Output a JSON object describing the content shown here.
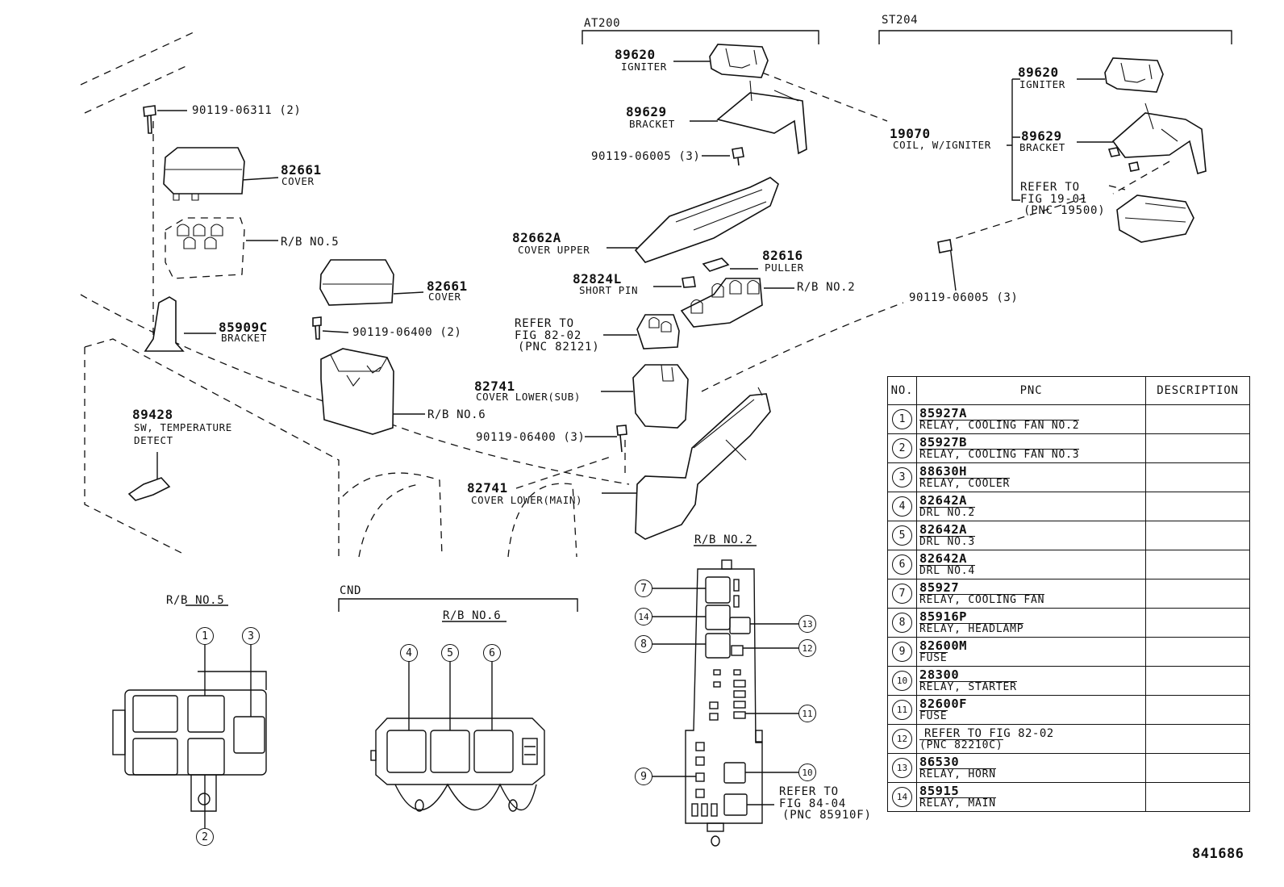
{
  "sections": {
    "at200": "AT200",
    "st204": "ST204",
    "cnd": "CND"
  },
  "diagram_id": "841686",
  "callouts": {
    "bolt_06311": "90119-06311 (2)",
    "cover_82661_a_pn": "82661",
    "cover_82661_a_desc": "COVER",
    "rb5": "R/B NO.5",
    "cover_82661_b_pn": "82661",
    "cover_82661_b_desc": "COVER",
    "bolt_06400_2": "90119-06400 (2)",
    "bracket_85909c_pn": "85909C",
    "bracket_85909c_desc": "BRACKET",
    "rb6": "R/B NO.6",
    "sw_89428_pn": "89428",
    "sw_89428_desc1": "SW, TEMPERATURE",
    "sw_89428_desc2": "DETECT",
    "igniter_at_pn": "89620",
    "igniter_at_desc": "IGNITER",
    "bracket_at_pn": "89629",
    "bracket_at_desc": "BRACKET",
    "bolt_06005_at": "90119-06005 (3)",
    "cover_upper_pn": "82662A",
    "cover_upper_desc": "COVER UPPER",
    "puller_pn": "82616",
    "puller_desc": "PULLER",
    "short_pin_pn": "82824L",
    "short_pin_desc": "SHORT PIN",
    "rb2": "R/B NO.2",
    "refer_82_02_l1": "REFER TO",
    "refer_82_02_l2": "FIG 82-02",
    "refer_82_02_l3": "(PNC 82121)",
    "cover_sub_pn": "82741",
    "cover_sub_desc": "COVER LOWER(SUB)",
    "bolt_06400_3": "90119-06400 (3)",
    "cover_main_pn": "82741",
    "cover_main_desc": "COVER LOWER(MAIN)",
    "coil_pn": "19070",
    "coil_desc": "COIL, W/IGNITER",
    "igniter_st_pn": "89620",
    "igniter_st_desc": "IGNITER",
    "bracket_st_pn": "89629",
    "bracket_st_desc": "BRACKET",
    "refer_19_01_l1": "REFER TO",
    "refer_19_01_l2": "FIG 19-01",
    "refer_19_01_l3": "(PNC 19500)",
    "bolt_06005_st": "90119-06005 (3)"
  },
  "layouts": {
    "rb5_title": "R/B NO.5",
    "rb6_title": "R/B NO.6",
    "rb2_title": "R/B NO.2",
    "refer_84_04_l1": "REFER TO",
    "refer_84_04_l2": "FIG 84-04",
    "refer_84_04_l3": "(PNC 85910F)",
    "markers": [
      "1",
      "2",
      "3",
      "4",
      "5",
      "6",
      "7",
      "8",
      "9",
      "10",
      "11",
      "12",
      "13",
      "14"
    ]
  },
  "table": {
    "headers": {
      "no": "NO.",
      "pnc": "PNC",
      "desc": "DESCRIPTION"
    },
    "rows": [
      {
        "no": "1",
        "pnc": "85927A",
        "name": "RELAY, COOLING FAN NO.2",
        "description": ""
      },
      {
        "no": "2",
        "pnc": "85927B",
        "name": "RELAY, COOLING FAN NO.3",
        "description": ""
      },
      {
        "no": "3",
        "pnc": "88630H",
        "name": "RELAY, COOLER",
        "description": ""
      },
      {
        "no": "4",
        "pnc": "82642A",
        "name": "DRL NO.2",
        "description": ""
      },
      {
        "no": "5",
        "pnc": "82642A",
        "name": "DRL NO.3",
        "description": ""
      },
      {
        "no": "6",
        "pnc": "82642A",
        "name": "DRL NO.4",
        "description": ""
      },
      {
        "no": "7",
        "pnc": "85927",
        "name": "RELAY, COOLING FAN",
        "description": ""
      },
      {
        "no": "8",
        "pnc": "85916P",
        "name": "RELAY, HEADLAMP",
        "description": ""
      },
      {
        "no": "9",
        "pnc": "82600M",
        "name": "FUSE",
        "description": ""
      },
      {
        "no": "10",
        "pnc": "28300",
        "name": "RELAY, STARTER",
        "description": ""
      },
      {
        "no": "11",
        "pnc": "82600F",
        "name": "FUSE",
        "description": ""
      },
      {
        "no": "12",
        "pnc": "REFER TO FIG 82-02",
        "name": "(PNC 82210C)",
        "description": ""
      },
      {
        "no": "13",
        "pnc": "86530",
        "name": "RELAY, HORN",
        "description": ""
      },
      {
        "no": "14",
        "pnc": "85915",
        "name": "RELAY, MAIN",
        "description": ""
      }
    ]
  }
}
